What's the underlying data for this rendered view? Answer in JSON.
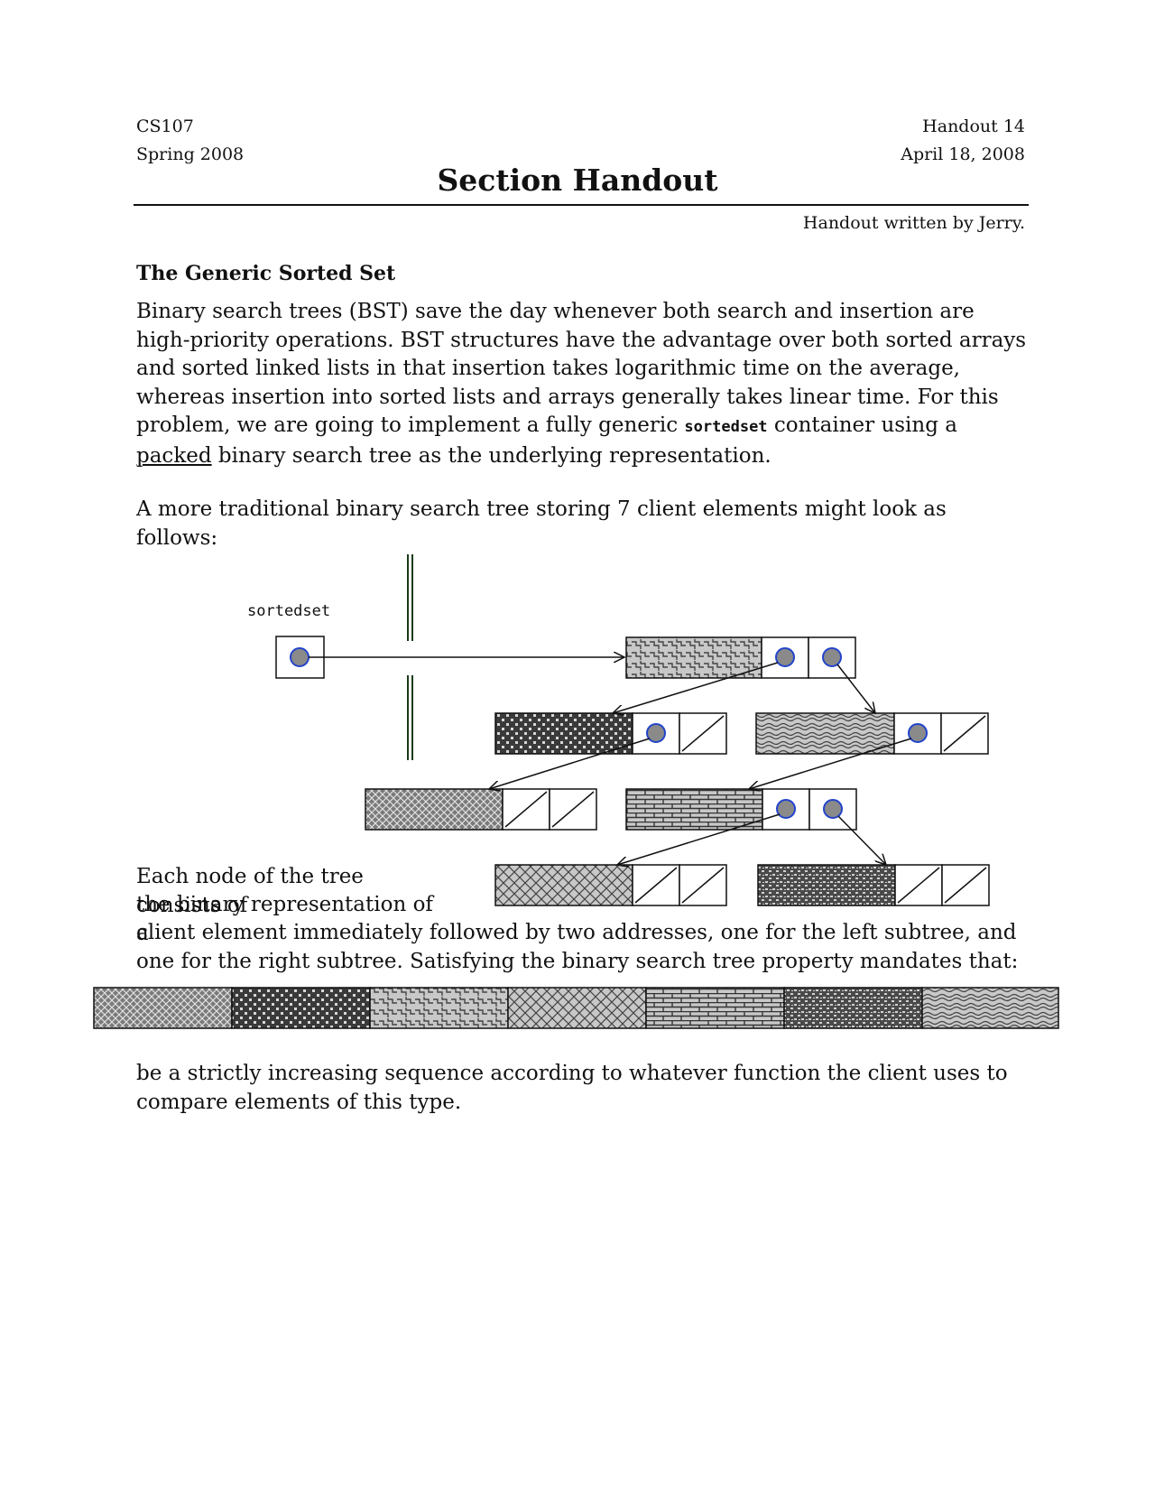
{
  "header": {
    "course": "CS107",
    "term": "Spring 2008",
    "handout_number": "Handout 14",
    "date": "April 18, 2008",
    "title": "Section Handout",
    "byline": "Handout written by Jerry."
  },
  "section": {
    "heading": "The Generic Sorted Set",
    "para1": {
      "text_a": "Binary search trees (BST) save the day whenever both search and insertion are high-priority operations.  BST structures have the advantage over both sorted arrays and sorted linked lists in that insertion takes logarithmic time on the average, whereas insertion into sorted lists and arrays generally takes linear time.  For this problem, we are going to implement a fully generic ",
      "code": "sortedset",
      "text_b": " container using a ",
      "underlined": "packed",
      "text_c": " binary search tree as the underlying representation."
    },
    "para2": "A more traditional binary search tree storing 7 client elements might look as follows:",
    "para3": {
      "line1": "Each node of the tree consists of",
      "line2": "the binary representation of a",
      "rest": "client element immediately followed by two addresses, one for the left subtree, and one for the right subtree.  Satisfying the binary search tree property mandates that:"
    },
    "para4": "be a strictly increasing sequence according to whatever function the client uses to compare elements of this type."
  },
  "diagram": {
    "variable_label": "sortedset"
  }
}
